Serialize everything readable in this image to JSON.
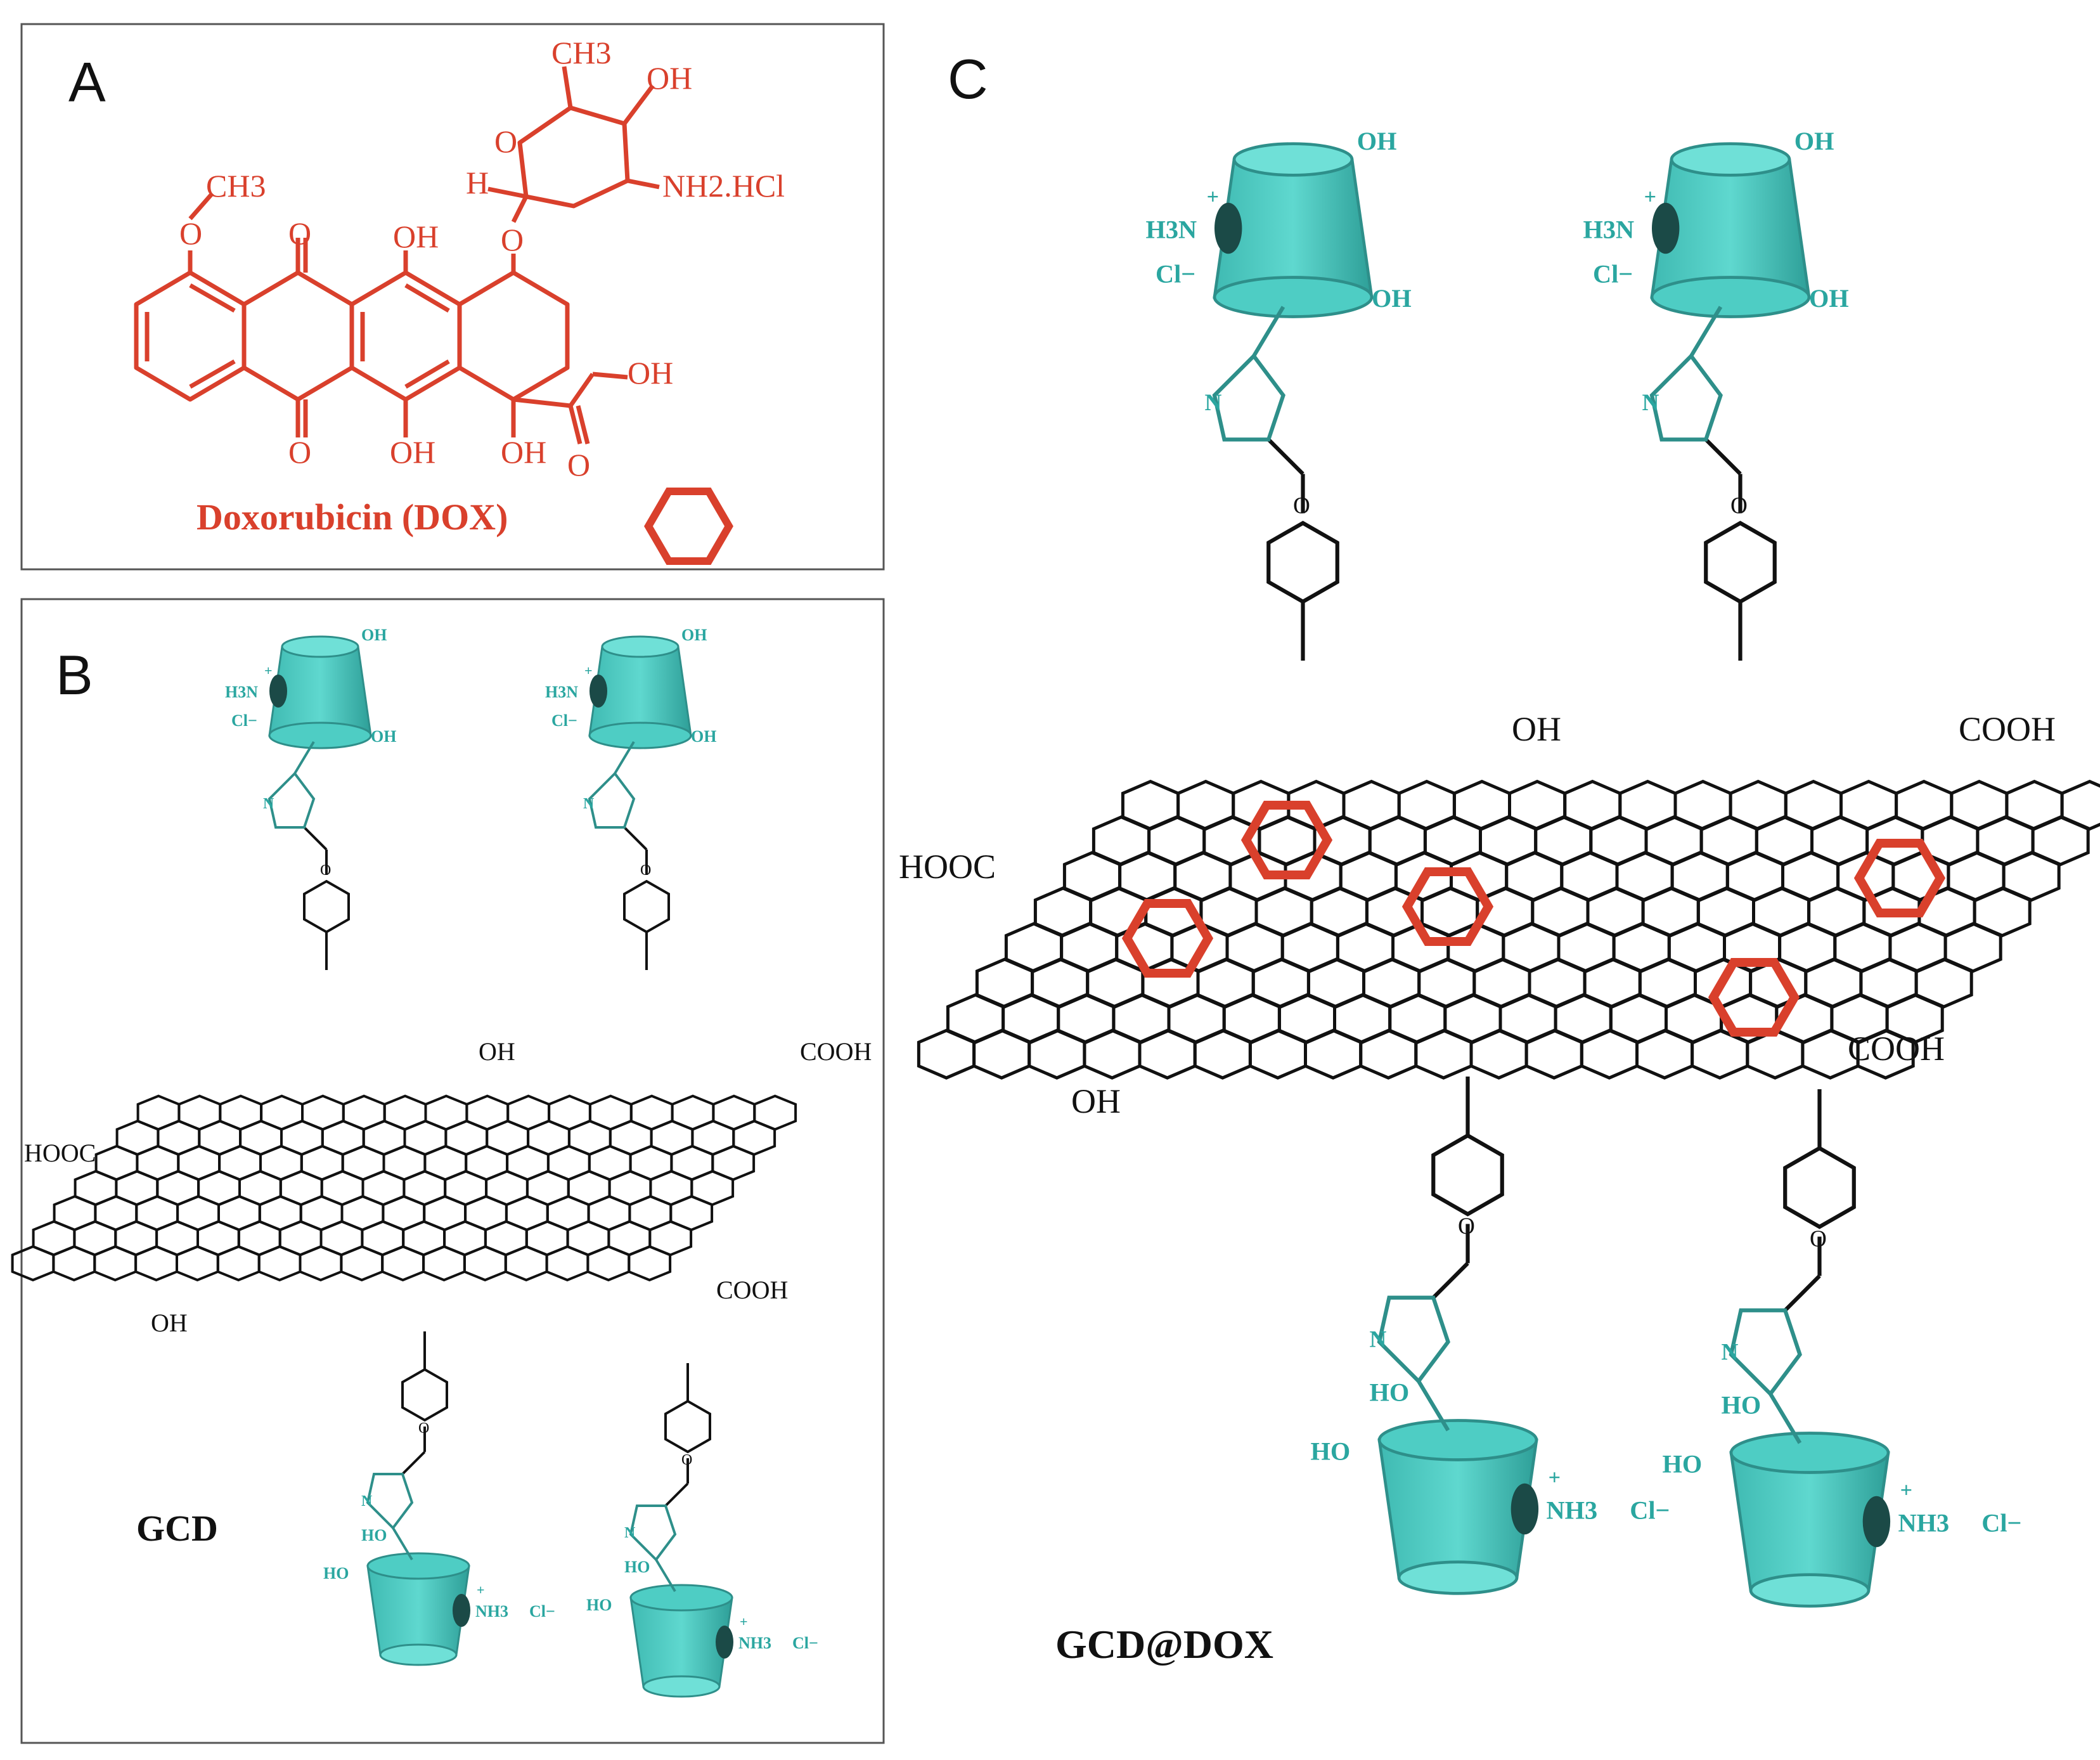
{
  "panels": {
    "a": {
      "letter": "A"
    },
    "b": {
      "letter": "B"
    },
    "c": {
      "letter": "C"
    }
  },
  "colors": {
    "dox": "#d9402c",
    "cyclodextrin": "#4ecdc4",
    "cyclodextrin_dark": "#2e8f8a",
    "graphene": "#111111"
  },
  "dox": {
    "name": "Doxorubicin (DOX)",
    "labels": {
      "ch3_top": "CH3",
      "oh_sugar": "OH",
      "ring_o": "O",
      "h": "H",
      "nh2hcl": "NH2.HCl",
      "och3": "O",
      "ch3_methoxy": "CH3",
      "o_keto_top": "O",
      "oh_top": "OH",
      "o_glyco": "O",
      "oh_side": "OH",
      "o_keto_bottom": "O",
      "oh_bottom1": "OH",
      "oh_bottom2": "OH",
      "o_side_keto": "O"
    }
  },
  "gcd": {
    "label": "GCD",
    "edge": {
      "hooc": "HOOC",
      "cooh_top": "COOH",
      "cooh_bottom": "COOH",
      "oh_top": "OH",
      "oh_bottom": "OH"
    },
    "cd_top": {
      "oh1": "OH",
      "oh2": "OH",
      "h3n": "H3N",
      "cl": "Cl",
      "plus": "+",
      "minus": "−"
    },
    "cd_bottom": {
      "nh3": "NH3",
      "cl": "Cl",
      "ho1": "HO",
      "ho2": "HO",
      "plus": "+",
      "minus": "−"
    },
    "linker": {
      "n": "N",
      "o": "O"
    }
  },
  "gcd_dox": {
    "label": "GCD@DOX",
    "edge": {
      "hooc": "HOOC",
      "cooh_top": "COOH",
      "cooh_bottom": "COOH",
      "oh_top": "OH",
      "oh_bottom": "OH"
    }
  }
}
